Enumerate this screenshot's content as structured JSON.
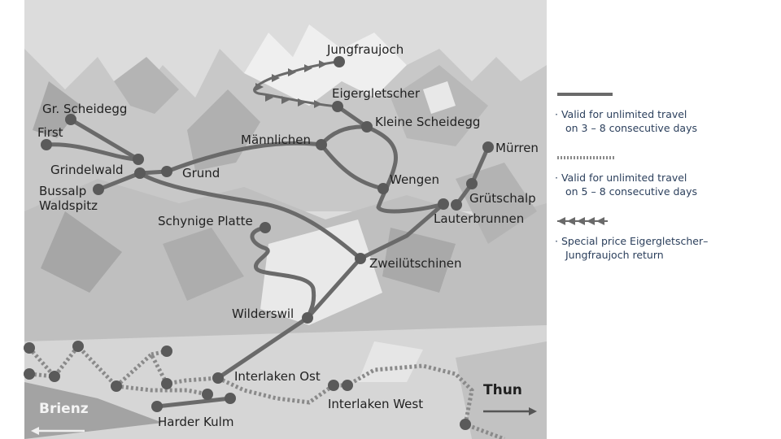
{
  "map": {
    "stations": {
      "jungfraujoch": "Jungfraujoch",
      "eigergletscher": "Eigergletscher",
      "gr_scheidegg": "Gr. Scheidegg",
      "first": "First",
      "grindelwald": "Grindelwald",
      "grund": "Grund",
      "bussalp_line1": "Bussalp",
      "bussalp_line2": "Waldspitz",
      "kleine_scheidegg": "Kleine Scheidegg",
      "maennlichen": "Männlichen",
      "wengen": "Wengen",
      "muerren": "Mürren",
      "gruetschalp": "Grütschalp",
      "lauterbrunnen": "Lauterbrunnen",
      "schynige_platte": "Schynige Platte",
      "zweiluetschinen": "Zweilütschinen",
      "wilderswil": "Wilderswil",
      "interlaken_ost": "Interlaken Ost",
      "interlaken_west": "Interlaken West",
      "harder_kulm": "Harder Kulm"
    },
    "lakes": {
      "brienz": "Brienz",
      "thun": "Thun"
    },
    "colors": {
      "route": "#6a6a6a",
      "station": "#5a5a5a",
      "mountain_dark": "#9e9e9e",
      "mountain_light": "#cfcfcf",
      "snow": "#f4f4f4",
      "legend_text": "#2b3f5c"
    }
  },
  "legend": [
    {
      "line_style": "solid",
      "text_line1": "Valid for unlimited travel",
      "text_line2": "on 3 – 8 consecutive days"
    },
    {
      "line_style": "dotted",
      "text_line1": "Valid for unlimited travel",
      "text_line2": "on 5 – 8 consecutive days"
    },
    {
      "line_style": "arrows",
      "text_line1": "Special price Eigergletscher–",
      "text_line2": "Jungfraujoch return"
    }
  ]
}
